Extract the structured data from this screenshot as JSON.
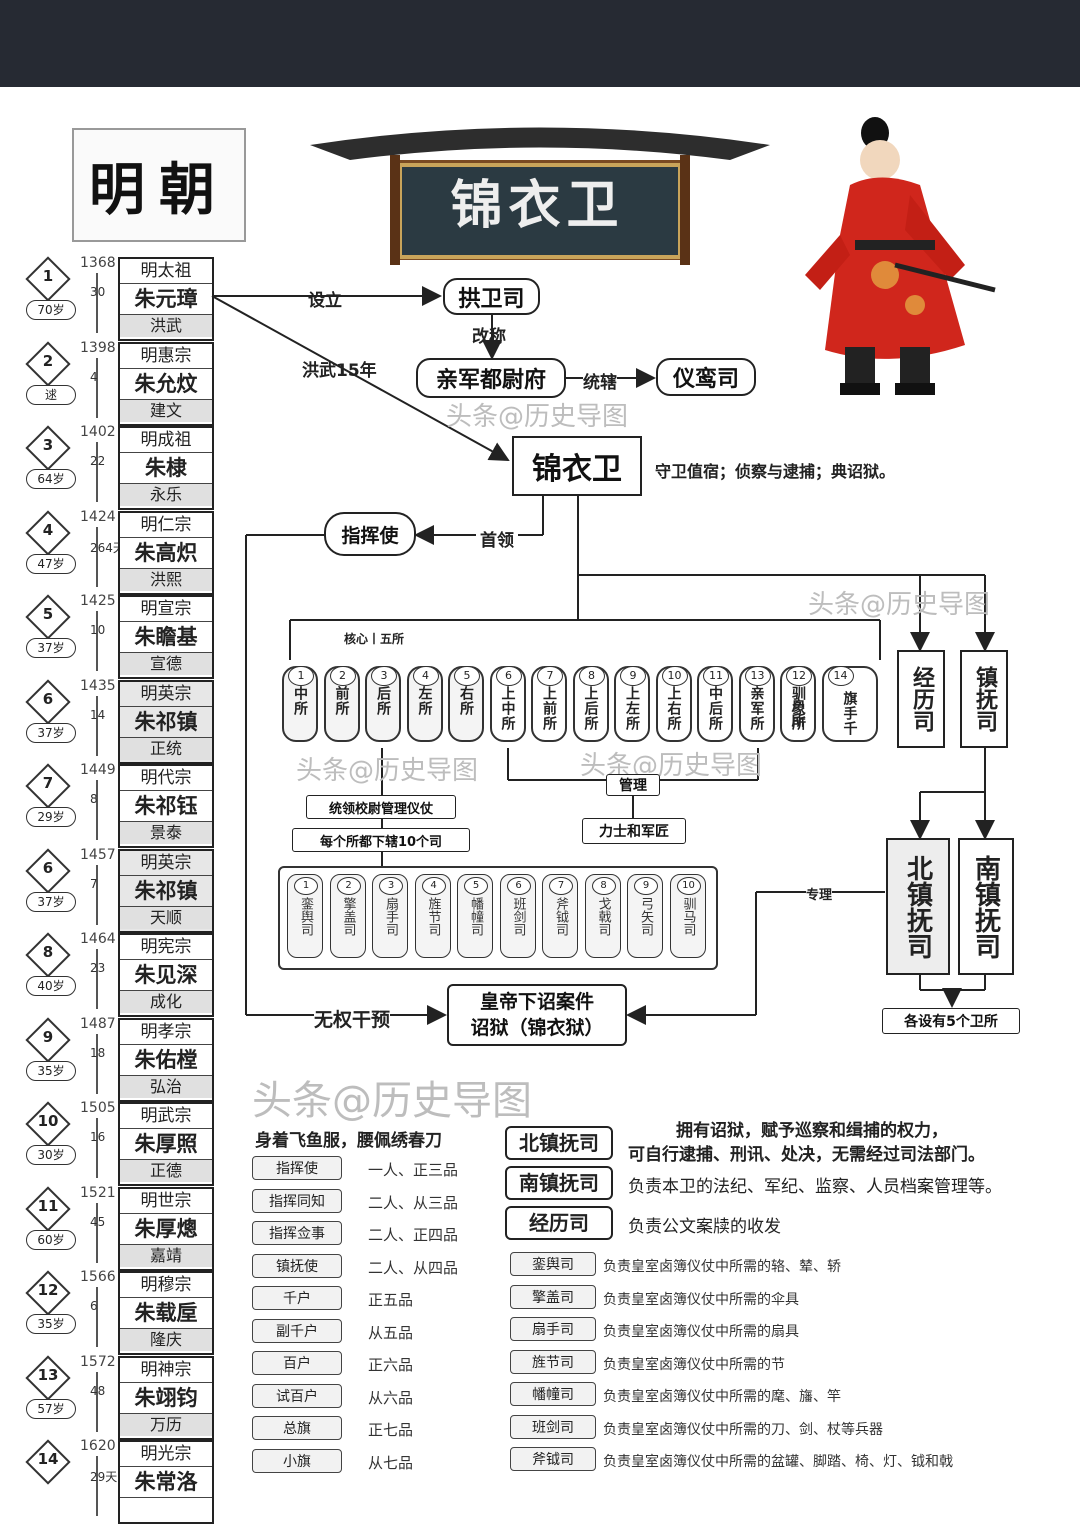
{
  "header": {
    "dynasty": "明朝",
    "title": "锦衣卫"
  },
  "emperors": [
    {
      "no": "1",
      "year": "1368",
      "reign_years": "30",
      "age": "70岁",
      "temple": "明太祖",
      "name": "朱元璋",
      "era": "洪武"
    },
    {
      "no": "2",
      "year": "1398",
      "reign_years": "4",
      "age": "逑",
      "temple": "明惠宗",
      "name": "朱允炆",
      "era": "建文"
    },
    {
      "no": "3",
      "year": "1402",
      "reign_years": "22",
      "age": "64岁",
      "temple": "明成祖",
      "name": "朱棣",
      "era": "永乐"
    },
    {
      "no": "4",
      "year": "1424",
      "reign_years": "264天",
      "age": "47岁",
      "temple": "明仁宗",
      "name": "朱高炽",
      "era": "洪熙"
    },
    {
      "no": "5",
      "year": "1425",
      "reign_years": "10",
      "age": "37岁",
      "temple": "明宣宗",
      "name": "朱瞻基",
      "era": "宣德"
    },
    {
      "no": "6",
      "year": "1435",
      "reign_years": "14",
      "age": "37岁",
      "temple": "明英宗",
      "name": "朱祁镇",
      "era": "正统"
    },
    {
      "no": "7",
      "year": "1449",
      "reign_years": "8",
      "age": "29岁",
      "temple": "明代宗",
      "name": "朱祁钰",
      "era": "景泰"
    },
    {
      "no": "6",
      "year": "1457",
      "reign_years": "7",
      "age": "37岁",
      "temple": "明英宗",
      "name": "朱祁镇",
      "era": "天顺"
    },
    {
      "no": "8",
      "year": "1464",
      "reign_years": "23",
      "age": "40岁",
      "temple": "明宪宗",
      "name": "朱见深",
      "era": "成化"
    },
    {
      "no": "9",
      "year": "1487",
      "reign_years": "18",
      "age": "35岁",
      "temple": "明孝宗",
      "name": "朱佑樘",
      "era": "弘治"
    },
    {
      "no": "10",
      "year": "1505",
      "reign_years": "16",
      "age": "30岁",
      "temple": "明武宗",
      "name": "朱厚照",
      "era": "正德"
    },
    {
      "no": "11",
      "year": "1521",
      "reign_years": "45",
      "age": "60岁",
      "temple": "明世宗",
      "name": "朱厚熜",
      "era": "嘉靖"
    },
    {
      "no": "12",
      "year": "1566",
      "reign_years": "6",
      "age": "35岁",
      "temple": "明穆宗",
      "name": "朱载垕",
      "era": "隆庆"
    },
    {
      "no": "13",
      "year": "1572",
      "reign_years": "48",
      "age": "57岁",
      "temple": "明神宗",
      "name": "朱翊钧",
      "era": "万历"
    },
    {
      "no": "14",
      "year": "1620",
      "reign_years": "29天",
      "age": "",
      "temple": "明光宗",
      "name": "朱常洛",
      "era": ""
    }
  ],
  "flow": {
    "set_up": "设立",
    "gongwei": "拱卫司",
    "renamed": "改称",
    "hongwu15": "洪武15年",
    "qinjun": "亲军都尉府",
    "tongxia": "统辖",
    "yiluan": "仪鸾司",
    "jinyiwei": "锦衣卫",
    "duties": "守卫值宿；侦察与逮捕；典诏狱。",
    "head": "首领",
    "commander": "指挥使",
    "core_five": "核心丨五所",
    "manage": "管理",
    "lishi": "力士和军匠",
    "tongling": "统领校尉管理仪仗",
    "each_10": "每个所都下辖10个司",
    "jingli": "经历司",
    "zhenfu": "镇抚司",
    "north": "北镇抚司",
    "south": "南镇抚司",
    "five_wei": "各设有5个卫所",
    "zhuanli": "专理",
    "no_interfere": "无权干预",
    "imperial_case_1": "皇帝下诏案件",
    "imperial_case_2": "诏狱（锦衣狱）"
  },
  "suo": [
    {
      "n": "1",
      "t": "中所"
    },
    {
      "n": "2",
      "t": "前所"
    },
    {
      "n": "3",
      "t": "后所"
    },
    {
      "n": "4",
      "t": "左所"
    },
    {
      "n": "5",
      "t": "右所"
    },
    {
      "n": "6",
      "t": "上中所"
    },
    {
      "n": "7",
      "t": "上前所"
    },
    {
      "n": "8",
      "t": "上后所"
    },
    {
      "n": "9",
      "t": "上左所"
    },
    {
      "n": "10",
      "t": "上右所"
    },
    {
      "n": "11",
      "t": "中后所"
    },
    {
      "n": "13",
      "t": "亲军所"
    },
    {
      "n": "12",
      "t": "驯象所"
    },
    {
      "n": "14",
      "t": "旗手千户所"
    }
  ],
  "si": [
    {
      "n": "1",
      "t": "銮舆司"
    },
    {
      "n": "2",
      "t": "擎盖司"
    },
    {
      "n": "3",
      "t": "扇手司"
    },
    {
      "n": "4",
      "t": "旌节司"
    },
    {
      "n": "5",
      "t": "幡幢司"
    },
    {
      "n": "6",
      "t": "班剑司"
    },
    {
      "n": "7",
      "t": "斧钺司"
    },
    {
      "n": "8",
      "t": "戈戟司"
    },
    {
      "n": "9",
      "t": "弓矢司"
    },
    {
      "n": "10",
      "t": "驯马司"
    }
  ],
  "uniform": "身着飞鱼服，腰佩绣春刀",
  "ranks": [
    {
      "title": "指挥使",
      "desc": "一人、正三品"
    },
    {
      "title": "指挥同知",
      "desc": "二人、从三品"
    },
    {
      "title": "指挥佥事",
      "desc": "二人、正四品"
    },
    {
      "title": "镇抚使",
      "desc": "二人、从四品"
    },
    {
      "title": "千户",
      "desc": "正五品"
    },
    {
      "title": "副千户",
      "desc": "从五品"
    },
    {
      "title": "百户",
      "desc": "正六品"
    },
    {
      "title": "试百户",
      "desc": "从六品"
    },
    {
      "title": "总旗",
      "desc": "正七品"
    },
    {
      "title": "小旗",
      "desc": "从七品"
    }
  ],
  "offices": [
    {
      "title": "北镇抚司",
      "desc1": "拥有诏狱，赋予巡察和缉捕的权力，",
      "desc2": "可自行逮捕、刑讯、处决，无需经过司法部门。"
    },
    {
      "title": "南镇抚司",
      "desc1": "负责本卫的法纪、军纪、监察、人员档案管理等。"
    },
    {
      "title": "经历司",
      "desc1": "负责公文案牍的收发"
    }
  ],
  "si_duties": [
    {
      "title": "銮舆司",
      "desc": "负责皇室卤簿仪仗中所需的辂、辇、轿"
    },
    {
      "title": "擎盖司",
      "desc": "负责皇室卤簿仪仗中所需的伞具"
    },
    {
      "title": "扇手司",
      "desc": "负责皇室卤簿仪仗中所需的扇具"
    },
    {
      "title": "旌节司",
      "desc": "负责皇室卤簿仪仗中所需的节"
    },
    {
      "title": "幡幢司",
      "desc": "负责皇室卤簿仪仗中所需的麾、旛、竿"
    },
    {
      "title": "班剑司",
      "desc": "负责皇室卤簿仪仗中所需的刀、剑、杖等兵器"
    },
    {
      "title": "斧钺司",
      "desc": "负责皇室卤簿仪仗中所需的盆罐、脚踏、椅、灯、钺和戟"
    }
  ],
  "watermark": "头条@历史导图",
  "colors": {
    "topbar": "#262a33",
    "robe": "#d0261c",
    "plaque": "#2b3a42"
  }
}
